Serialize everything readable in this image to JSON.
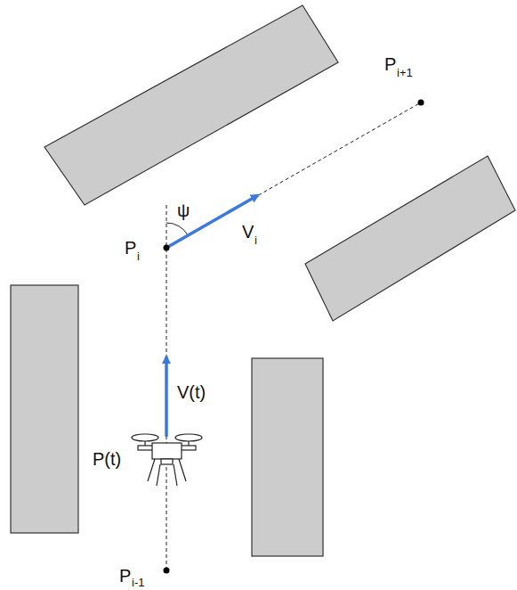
{
  "diagram": {
    "labels": [
      "P",
      "i+1",
      "ψ",
      "V",
      "i",
      "P",
      "i",
      "V(t)",
      "P(t)",
      "P",
      "i-1"
    ]
  }
}
